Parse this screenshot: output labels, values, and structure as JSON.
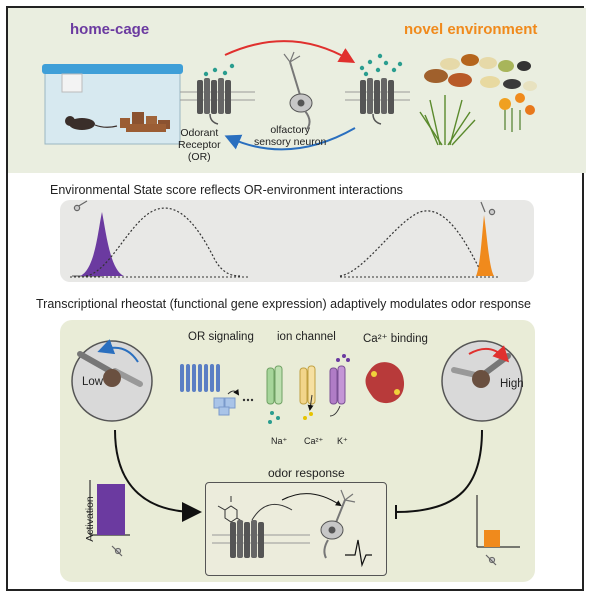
{
  "labels": {
    "home_cage": "home-cage",
    "novel_environment": "novel environment",
    "odorant_receptor": "Odorant\nReceptor\n(OR)",
    "olfactory_neuron": "olfactory\nsensory neuron",
    "section2_title": "Environmental State score reflects OR-environment interactions",
    "section3_title": "Transcriptional rheostat (functional gene expression) adaptively modulates odor response",
    "or_signaling": "OR signaling",
    "ion_channel": "ion channel",
    "ca_binding": "Ca²⁺ binding",
    "low": "Low",
    "high": "High",
    "na": "Na⁺",
    "ca": "Ca²⁺",
    "k": "K⁺",
    "odor_response": "odor response",
    "activation": "Activation"
  },
  "colors": {
    "home": "#6b3aa0",
    "novel": "#f08a1c",
    "red_arrow": "#e0302e",
    "blue_arrow": "#2a6fbf",
    "odorant": "#2a9d8f",
    "receptor": "#555555",
    "blue_receptor": "#5b7fc4"
  }
}
